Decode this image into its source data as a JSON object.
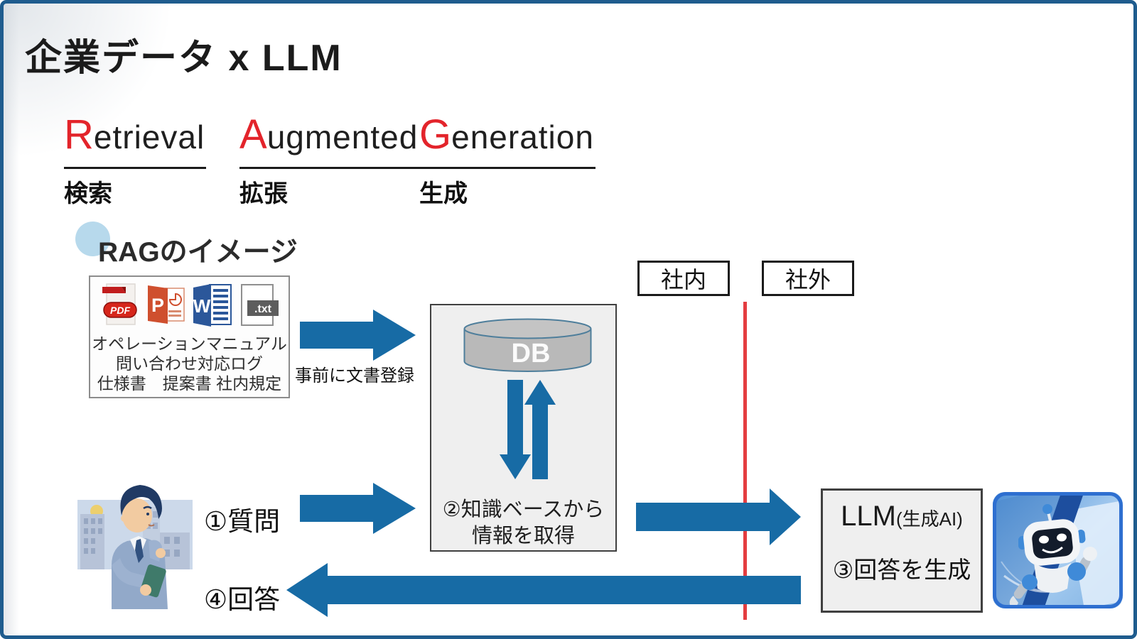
{
  "title": "企業データ x LLM",
  "rag": {
    "words": [
      {
        "initial": "R",
        "rest": "etrieval",
        "jp": "検索"
      },
      {
        "initial": "A",
        "rest": "ugmented",
        "jp": "拡張"
      },
      {
        "initial": "G",
        "rest": "eneration",
        "jp": "生成"
      }
    ]
  },
  "rag_image": {
    "label": "RAGのイメージ",
    "doc_lines": [
      "オペレーションマニュアル",
      "問い合わせ対応ログ",
      "仕様書　提案書 社内規定"
    ],
    "icons": {
      "pdf_badge": "PDF",
      "ppt_letter": "P",
      "word_letter": "W",
      "txt_badge": ".txt"
    }
  },
  "labels": {
    "register": "事前に文書登録",
    "question": "①質問",
    "answer": "④回答",
    "zone_internal": "社内",
    "zone_external": "社外"
  },
  "db_box": {
    "db_label": "DB",
    "caption_line1": "②知識ベースから",
    "caption_line2": "情報を取得"
  },
  "llm_box": {
    "name": "LLM",
    "name_note": "(生成AI)",
    "caption": "③回答を生成"
  },
  "colors": {
    "arrow_blue": "#176ba5",
    "frame_blue": "#1f5c8e",
    "accent_red": "#e3242b",
    "divider_red": "#e43d40",
    "cylinder_gray": "#b9b9b9",
    "box_bg": "#efefef"
  }
}
